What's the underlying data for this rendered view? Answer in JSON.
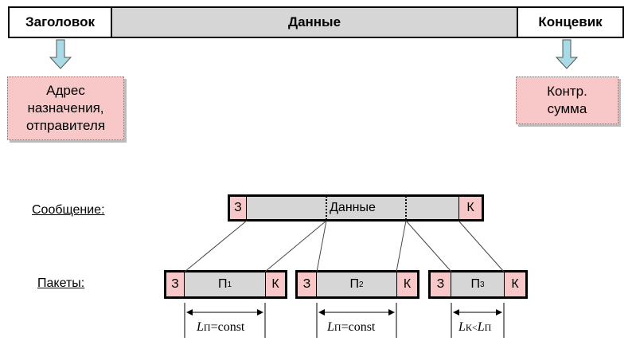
{
  "frame": {
    "header": "Заголовок",
    "data": "Данные",
    "trailer": "Концевик"
  },
  "notes": {
    "address": "Адрес\nназначения,\nотправителя",
    "checksum": "Контр.\nсумма"
  },
  "labels": {
    "message": "Сообщение:",
    "packets": "Пакеты:"
  },
  "message": {
    "head": "З",
    "data": "Данные",
    "tail": "К"
  },
  "packets": [
    {
      "head": "З",
      "name": "П",
      "index": "1",
      "tail": "К"
    },
    {
      "head": "З",
      "name": "П",
      "index": "2",
      "tail": "К"
    },
    {
      "head": "З",
      "name": "П",
      "index": "3",
      "tail": "К"
    }
  ],
  "dimensions": [
    {
      "L": "L",
      "sub": "П",
      "rest": "=const"
    },
    {
      "L": "L",
      "sub": "П",
      "rest": "=const"
    },
    {
      "L": "L",
      "sub": "К",
      "lt": "<",
      "L2": "L",
      "sub2": "П"
    }
  ],
  "colors": {
    "pink": "#f8c8c8",
    "grey": "#d6d6d6",
    "arrow": "#a9dbe6"
  }
}
